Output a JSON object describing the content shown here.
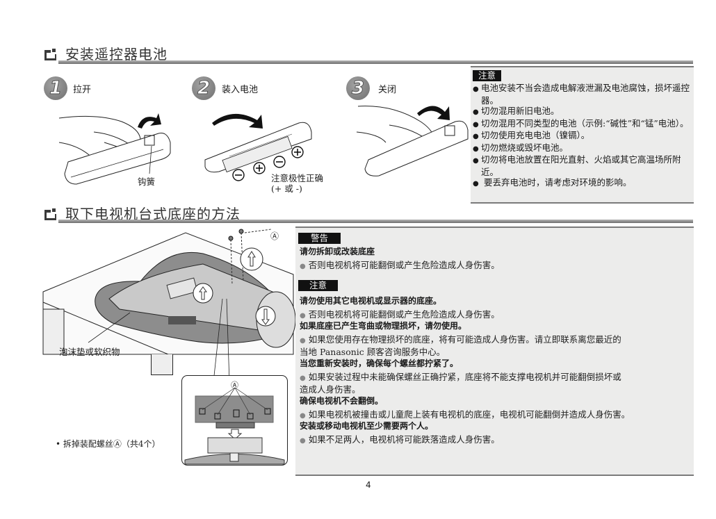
{
  "section1": {
    "title": "安装遥控器电池",
    "steps": [
      {
        "number": "1",
        "label": "拉开",
        "callout": "钩簧"
      },
      {
        "number": "2",
        "label": "装入电池",
        "callout": "注意极性正确",
        "callout2": "(+ 或 -)"
      },
      {
        "number": "3",
        "label": "关闭"
      }
    ],
    "polarity_marks": [
      "−",
      "+",
      "−",
      "+"
    ],
    "caution": {
      "tag": "注意",
      "items": [
        "电池安装不当会造成电解液泄漏及电池腐蚀，损坏遥控器。",
        "切勿混用新旧电池。",
        "切勿混用不同类型的电池（示例:“碱性”和“锰”电池）。",
        "切勿使用充电电池（镍镉）。",
        "切勿燃烧或毁坏电池。",
        "切勿将电池放置在阳光直射、火焰或其它高温场所附近。",
        " 要丢弃电池时，请考虑对环境的影响。"
      ]
    }
  },
  "section2": {
    "title": "取下电视机台式底座的方法",
    "figure": {
      "label_a": "Ⓐ",
      "foam_label": "泡沫垫或软织物",
      "inset_label_a": "Ⓐ"
    },
    "instruction": "• 拆掉装配螺丝Ⓐ（共4个）",
    "warning": {
      "tag": "警告",
      "heading": "请勿拆卸或改装底座",
      "item": "否则电视机将可能翻倒或产生危险造成人身伤害。"
    },
    "caution": {
      "tag": "注意",
      "blocks": [
        {
          "heading": "请勿使用其它电视机或显示器的底座。",
          "lines": [
            "否则电视机将可能翻倒或产生危险造成人身伤害。"
          ]
        },
        {
          "heading": "如果底座已产生弯曲或物理损坏，请勿使用。",
          "lines": [
            "如果您使用存在物理损坏的底座，将有可能造成人身伤害。请立即联系离您最近的",
            "当地 Panasonic 顾客咨询服务中心。"
          ]
        },
        {
          "heading": "当您重新安装时，确保每个螺丝都拧紧了。",
          "lines": [
            "如果安装过程中未能确保螺丝正确拧紧，底座将不能支撑电视机并可能翻倒损坏或",
            "造成人身伤害。"
          ]
        },
        {
          "heading": "确保电视机不会翻倒。",
          "lines": [
            "如果电视机被撞击或儿童爬上装有电视机的底座，电视机可能翻倒并造成人身伤害。"
          ]
        },
        {
          "heading": "安装或移动电视机至少需要两个人。",
          "lines": [
            "如果不足两人，电视机将可能跌落造成人身伤害。"
          ]
        }
      ]
    }
  },
  "page_number": "4",
  "colors": {
    "panel_bg": "#ececeb",
    "rule": "#7a7a7a",
    "tag_bg": "#111111",
    "device_gray": "#8a8a8a"
  }
}
